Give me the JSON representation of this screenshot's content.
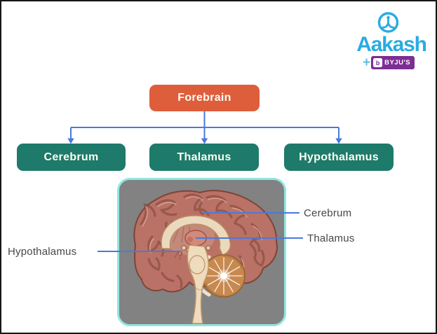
{
  "brand": {
    "name": "Aakash",
    "plus": "+",
    "tile_letter": "b",
    "suffix": "BYJU'S",
    "blue": "#29ABE2",
    "purple": "#7C2E93"
  },
  "flowchart": {
    "root": {
      "label": "Forebrain"
    },
    "children": [
      {
        "label": "Cerebrum"
      },
      {
        "label": "Thalamus"
      },
      {
        "label": "Hypothalamus"
      }
    ],
    "colors": {
      "root_fill": "#DE5E3C",
      "child_fill": "#1E7A6A",
      "connector": "#4A79DC",
      "text": "#FFFFFF"
    }
  },
  "figure": {
    "panel": {
      "fill": "#828282",
      "border": "#90E6E2"
    },
    "callouts": [
      {
        "text": "Cerebrum",
        "side": "right"
      },
      {
        "text": "Thalamus",
        "side": "right"
      },
      {
        "text": "Hypothalamus",
        "side": "left"
      }
    ],
    "line_color": "#4A79DC",
    "label_color": "#44474A"
  }
}
